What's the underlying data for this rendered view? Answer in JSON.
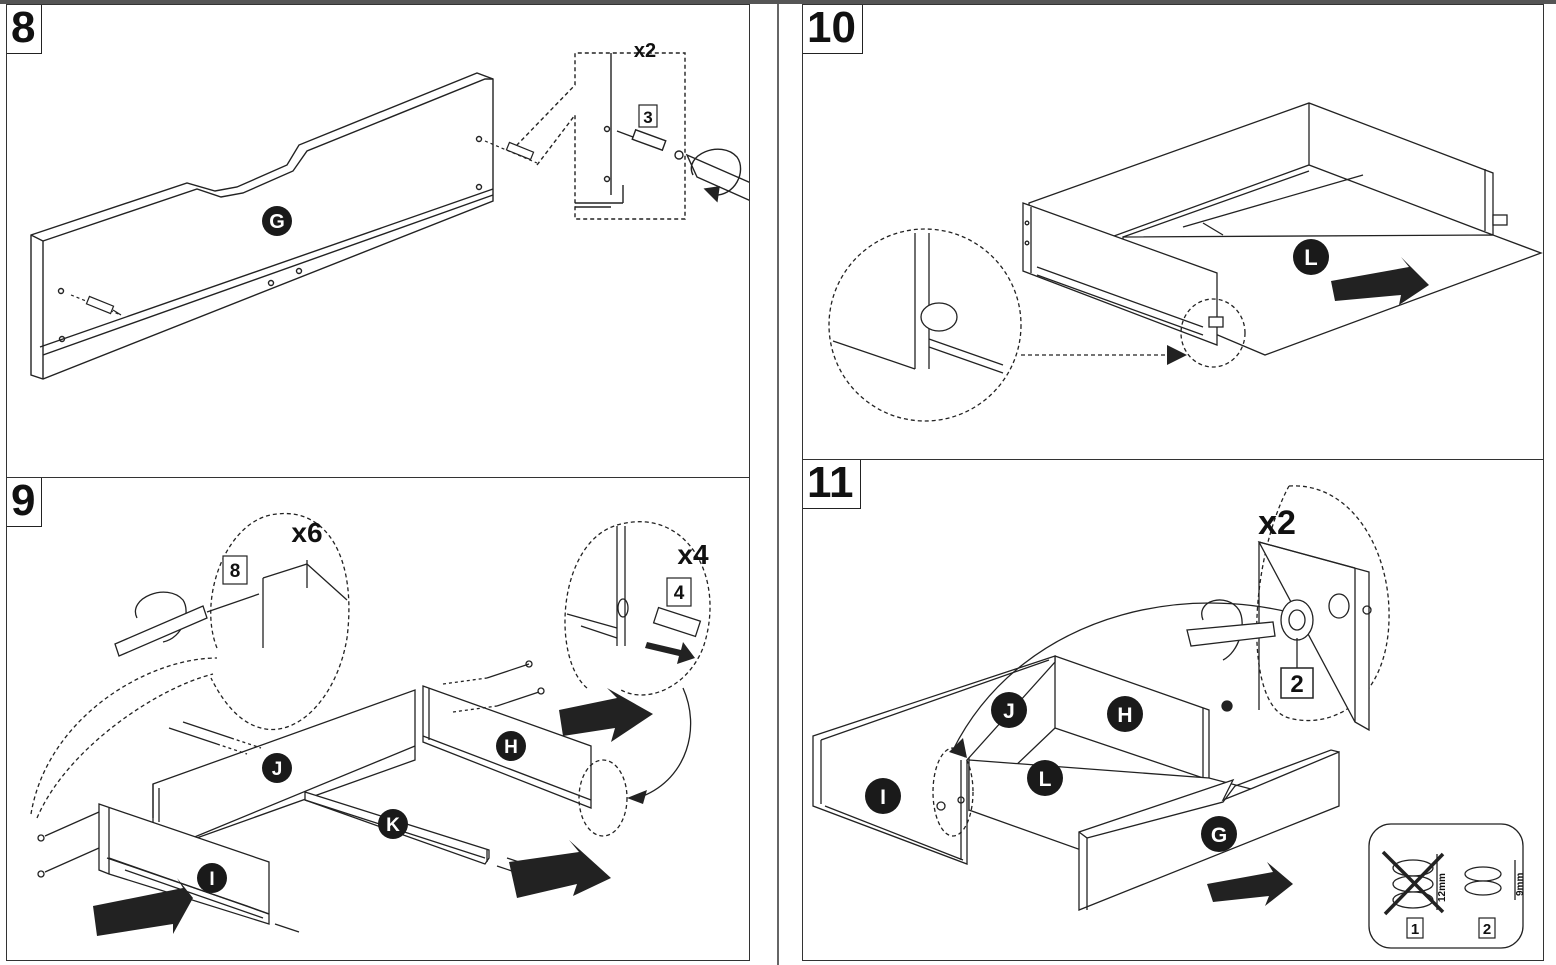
{
  "steps": [
    {
      "number": "8",
      "quantity": "x2",
      "part_ref": "3",
      "labels": [
        "G"
      ]
    },
    {
      "number": "9",
      "quantities": [
        "x6",
        "x4"
      ],
      "part_refs": [
        "8",
        "4"
      ],
      "labels": [
        "J",
        "H",
        "K",
        "I"
      ]
    },
    {
      "number": "10",
      "labels": [
        "L"
      ]
    },
    {
      "number": "11",
      "quantity": "x2",
      "part_ref": "2",
      "labels": [
        "J",
        "H",
        "I",
        "L",
        "G"
      ],
      "inset": {
        "measure_bad": "12mm",
        "measure_good": "9mm",
        "option_bad": "1",
        "option_good": "2"
      }
    }
  ],
  "colors": {
    "line": "#222222",
    "label_bg": "#1a1a1a",
    "arrow": "#222222"
  }
}
